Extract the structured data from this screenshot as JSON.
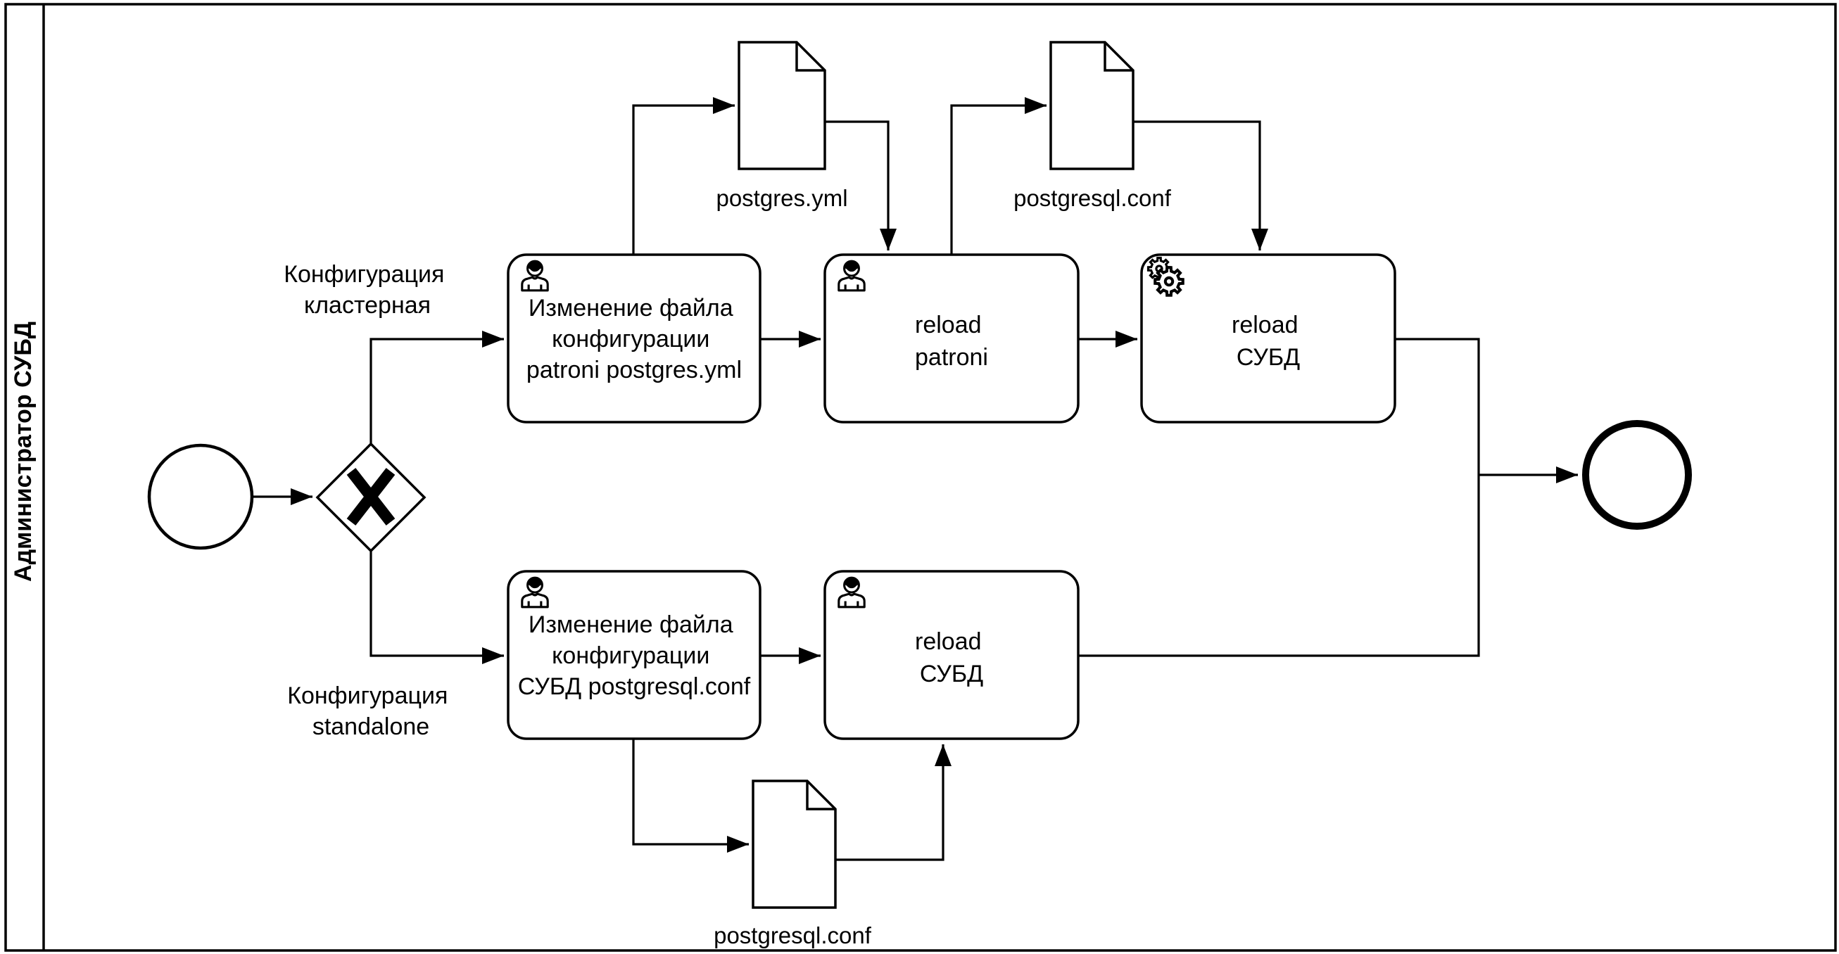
{
  "diagram": {
    "lane_title": "Администратор СУБД",
    "colors": {
      "stroke": "#000000",
      "fill": "#ffffff"
    },
    "events": {
      "start": "start-event",
      "end": "end-event"
    },
    "gateway": {
      "kind": "exclusive XOR gateway",
      "marker": "x-marker-icon"
    },
    "branch_labels": {
      "cluster": {
        "line1": "Конфигурация",
        "line2": "кластерная"
      },
      "standalone": {
        "line1": "Конфигурация",
        "line2": "standalone"
      }
    },
    "tasks": {
      "edit_patroni_config": {
        "icon": "user-icon",
        "line1": "Изменение файла",
        "line2": "конфигурации",
        "line3": "patroni postgres.yml"
      },
      "reload_patroni": {
        "icon": "user-icon",
        "line1": "reload",
        "line2": "patroni"
      },
      "reload_dbms_cluster": {
        "icon": "gear-icon",
        "line1": "reload",
        "line2": "СУБД"
      },
      "edit_dbms_config": {
        "icon": "user-icon",
        "line1": "Изменение файла",
        "line2": "конфигурации",
        "line3": "СУБД postgresql.conf"
      },
      "reload_dbms_standalone": {
        "icon": "user-icon",
        "line1": "reload",
        "line2": "СУБД"
      }
    },
    "documents": {
      "postgres_yml": {
        "icon": "document-icon",
        "label": "postgres.yml"
      },
      "postgresql_conf_top": {
        "icon": "document-icon",
        "label": "postgresql.conf"
      },
      "postgresql_conf_bottom": {
        "icon": "document-icon",
        "label": "postgresql.conf"
      }
    }
  }
}
